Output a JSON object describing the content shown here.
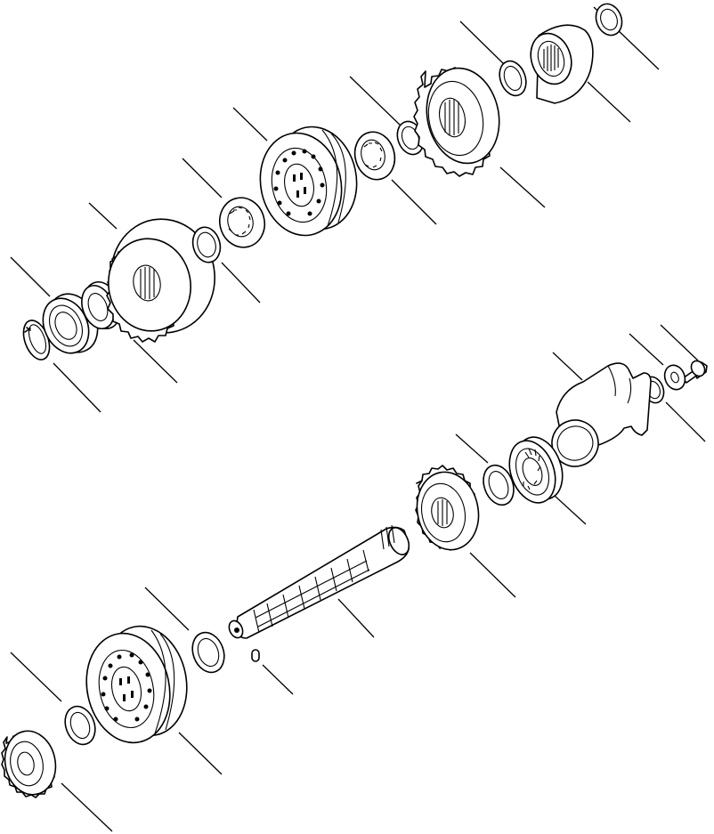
{
  "diagram": {
    "style": "exploded-view line drawing",
    "colors": {
      "ink": "#000000",
      "background": "#ffffff"
    },
    "parts": [
      "snap-ring-upper-left",
      "ball-bearing-upper",
      "bearing-race-upper",
      "gear-large-upper",
      "thrust-washer-a",
      "spline-washer-a",
      "clutch-pack-upper",
      "spline-washer-b",
      "thrust-washer-b",
      "gear-large-upper-right",
      "thrust-washer-c",
      "needle-bearing-cup",
      "snap-ring-top-right",
      "bolt",
      "flat-washer",
      "retaining-ring-right",
      "yoke-flange",
      "tapered-bearing",
      "thrust-washer-d",
      "gear-medium-center",
      "output-shaft",
      "pin",
      "thrust-washer-e",
      "clutch-pack-lower",
      "thrust-washer-f",
      "gear-small-lower-left"
    ]
  }
}
